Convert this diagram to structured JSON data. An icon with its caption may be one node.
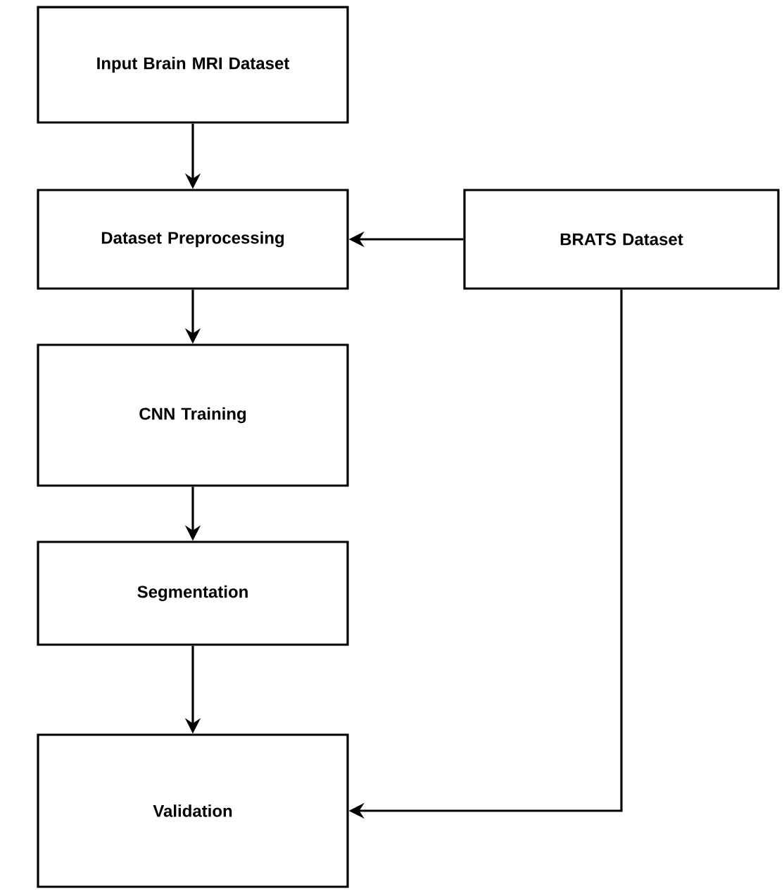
{
  "diagram": {
    "nodes": [
      {
        "text": [
          "Input Brain MRI Dataset"
        ]
      },
      {
        "text": [
          "Dataset Preprocessing"
        ]
      },
      {
        "text": [
          "CNN Training"
        ]
      },
      {
        "text": [
          "Segmentation"
        ]
      },
      {
        "text": [
          "Validation"
        ]
      },
      {
        "text": [
          "BRATS Dataset"
        ]
      }
    ],
    "edges": [
      {
        "from": 0,
        "to": 1,
        "arrow": "to"
      },
      {
        "from": 1,
        "to": 2,
        "arrow": "to"
      },
      {
        "from": 2,
        "to": 3,
        "arrow": "to"
      },
      {
        "from": 3,
        "to": 4,
        "arrow": "to"
      },
      {
        "from": 5,
        "to": 1,
        "arrow": "to"
      },
      {
        "from": 5,
        "to": 4,
        "arrow": "to"
      }
    ]
  }
}
